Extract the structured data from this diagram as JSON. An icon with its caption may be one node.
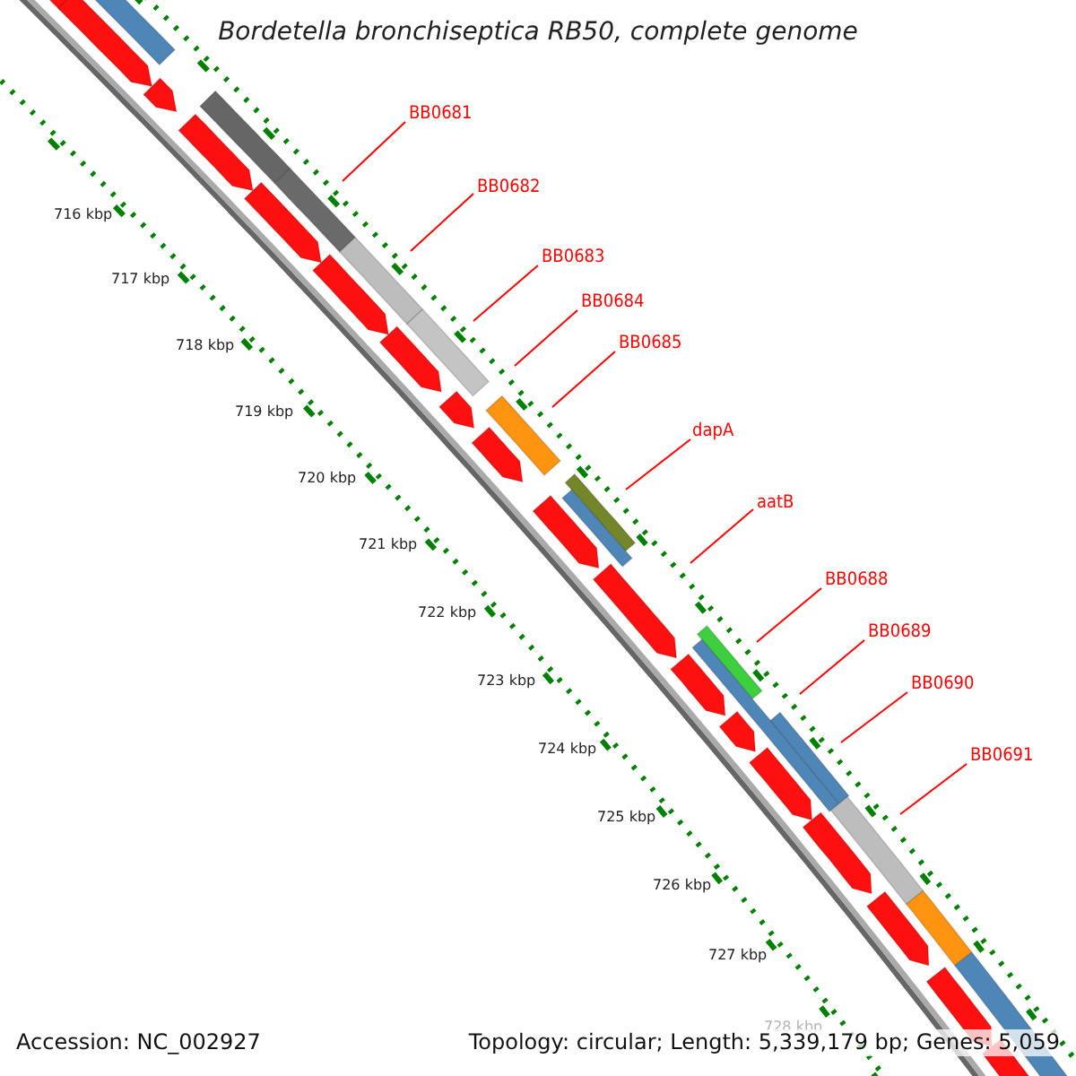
{
  "diagram": {
    "title": "Bordetella bronchiseptica RB50, complete genome",
    "nodes": [
      {
        "text": [
          "BB0681"
        ]
      },
      {
        "text": [
          "BB0682"
        ]
      },
      {
        "text": [
          "BB0683"
        ]
      },
      {
        "text": [
          "BB0684"
        ]
      },
      {
        "text": [
          "BB0685"
        ]
      },
      {
        "text": [
          "dapA"
        ]
      },
      {
        "text": [
          "aatB"
        ]
      },
      {
        "text": [
          "BB0688"
        ]
      },
      {
        "text": [
          "BB0689"
        ]
      },
      {
        "text": [
          "BB0690"
        ]
      },
      {
        "text": [
          "BB0691"
        ]
      }
    ],
    "edges": [
      {
        "from": 0,
        "to": null,
        "arrow": "none"
      },
      {
        "from": 1,
        "to": null,
        "arrow": "none"
      },
      {
        "from": 2,
        "to": null,
        "arrow": "none"
      },
      {
        "from": 3,
        "to": null,
        "arrow": "none"
      },
      {
        "from": 4,
        "to": null,
        "arrow": "none"
      },
      {
        "from": 5,
        "to": null,
        "arrow": "none"
      },
      {
        "from": 6,
        "to": null,
        "arrow": "none"
      },
      {
        "from": 7,
        "to": null,
        "arrow": "none"
      },
      {
        "from": 8,
        "to": null,
        "arrow": "none"
      },
      {
        "from": 9,
        "to": null,
        "arrow": "none"
      },
      {
        "from": 10,
        "to": null,
        "arrow": "none"
      }
    ],
    "labels": [
      "716 kbp",
      "717 kbp",
      "718 kbp",
      "719 kbp",
      "720 kbp",
      "721 kbp",
      "722 kbp",
      "723 kbp",
      "724 kbp",
      "725 kbp",
      "726 kbp",
      "727 kbp",
      "728 kbp",
      "Accession: NC_002927",
      "Topology: circular; Length: 5,339,179 bp; Genes: 5,059"
    ]
  }
}
